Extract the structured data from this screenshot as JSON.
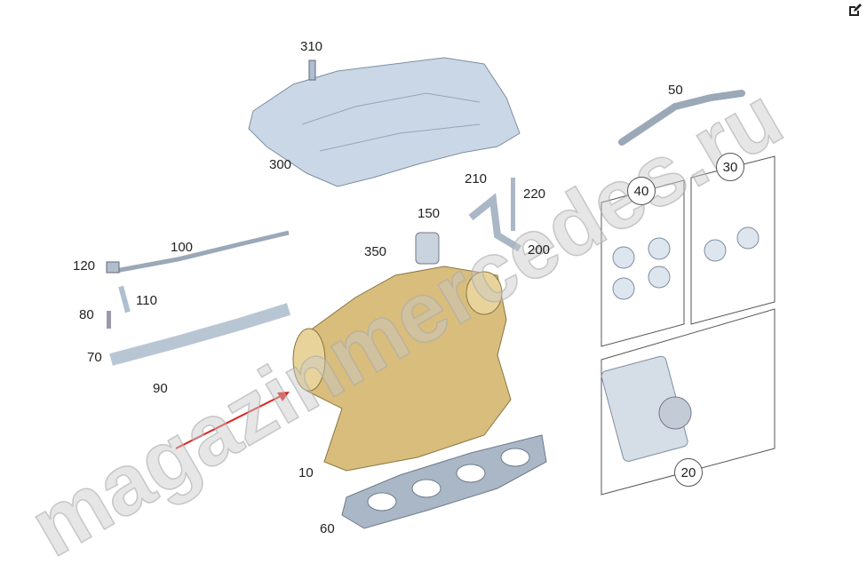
{
  "watermark": "magazinmercedes.ru",
  "toolbar": {
    "edit_icon": "edit-icon"
  },
  "colors": {
    "shield": "#c9d7e6",
    "turbo": "#d8bd7c",
    "gasket": "#a9b7c6",
    "arrow": "#e02020"
  },
  "parts": {
    "p310": "310",
    "p300": "300",
    "p50": "50",
    "p30": "30",
    "p40": "40",
    "p210": "210",
    "p220": "220",
    "p150": "150",
    "p350": "350",
    "p200": "200",
    "p100": "100",
    "p120": "120",
    "p110": "110",
    "p80": "80",
    "p70": "70",
    "p90": "90",
    "p10": "10",
    "p60": "60",
    "p20": "20"
  }
}
